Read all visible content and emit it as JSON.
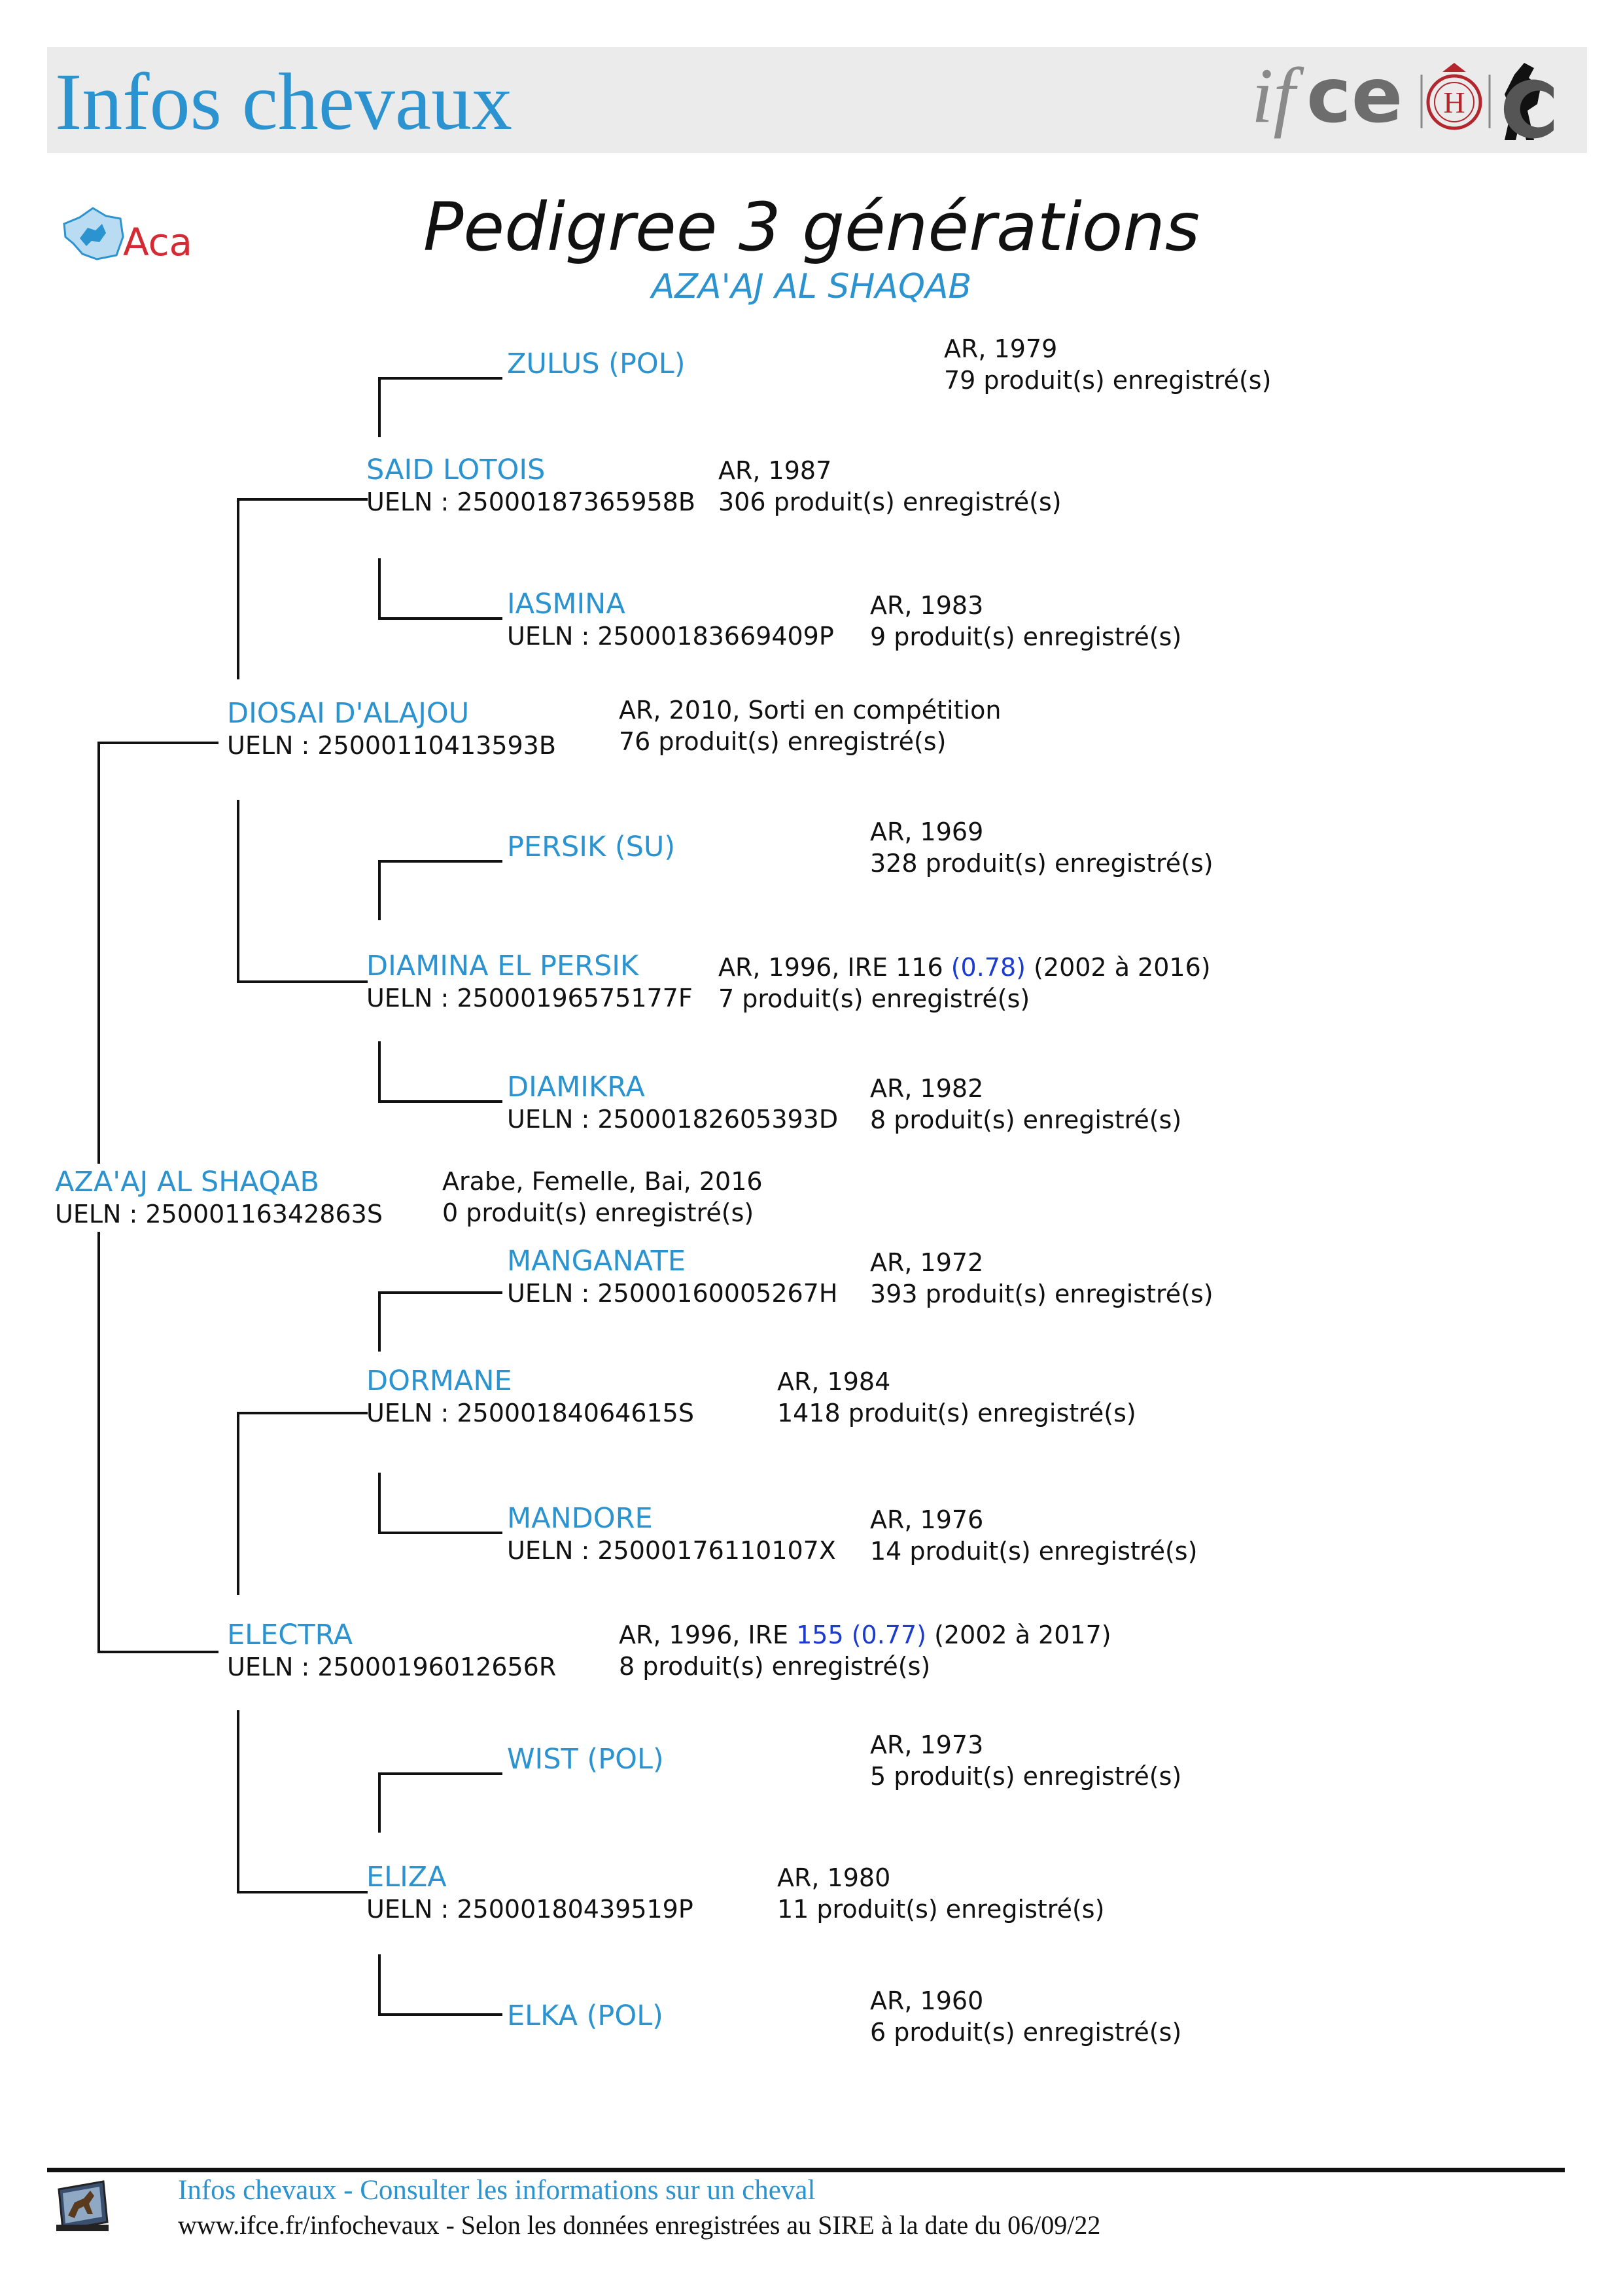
{
  "header": {
    "title": "Infos chevaux",
    "logo_text": "ifce"
  },
  "page": {
    "title": "Pedigree 3 générations",
    "horse_name": "AZA'AJ AL SHAQAB"
  },
  "subject": {
    "name": "AZA'AJ AL SHAQAB",
    "ueln": "UELN : 25000116342863S",
    "info1": "Arabe, Femelle, Bai, 2016",
    "info2": "0 produit(s) enregistré(s)"
  },
  "sire": {
    "name": "DIOSAI D'ALAJOU",
    "ueln": "UELN : 25000110413593B",
    "info1": "AR, 2010, Sorti en compétition",
    "info2": "76 produit(s) enregistré(s)"
  },
  "dam": {
    "name": "ELECTRA",
    "ueln": "UELN : 25000196012656R",
    "info1_pre": "AR, 1996, IRE ",
    "info1_ire": "155 (0.77)",
    "info1_post": " (2002 à 2017)",
    "info2": "8 produit(s) enregistré(s)"
  },
  "sire_sire": {
    "name": "SAID LOTOIS",
    "ueln": "UELN : 25000187365958B",
    "info1": "AR, 1987",
    "info2": "306 produit(s) enregistré(s)"
  },
  "sire_dam": {
    "name": "DIAMINA EL PERSIK",
    "ueln": "UELN : 25000196575177F",
    "info1_pre": "AR, 1996, IRE 116 ",
    "info1_ire": "(0.78)",
    "info1_post": " (2002 à 2016)",
    "info2": "7 produit(s) enregistré(s)"
  },
  "dam_sire": {
    "name": "DORMANE",
    "ueln": "UELN : 25000184064615S",
    "info1": "AR, 1984",
    "info2": "1418 produit(s) enregistré(s)"
  },
  "dam_dam": {
    "name": "ELIZA",
    "ueln": "UELN : 25000180439519P",
    "info1": "AR, 1980",
    "info2": "11 produit(s) enregistré(s)"
  },
  "ss_sire": {
    "name": "ZULUS (POL)",
    "info1": "AR, 1979",
    "info2": "79 produit(s) enregistré(s)"
  },
  "ss_dam": {
    "name": "IASMINA",
    "ueln": "UELN : 25000183669409P",
    "info1": "AR, 1983",
    "info2": "9 produit(s) enregistré(s)"
  },
  "sd_sire": {
    "name": "PERSIK (SU)",
    "info1": "AR, 1969",
    "info2": "328 produit(s) enregistré(s)"
  },
  "sd_dam": {
    "name": "DIAMIKRA",
    "ueln": "UELN : 25000182605393D",
    "info1": "AR, 1982",
    "info2": "8 produit(s) enregistré(s)"
  },
  "ds_sire": {
    "name": "MANGANATE",
    "ueln": "UELN : 25000160005267H",
    "info1": "AR, 1972",
    "info2": "393 produit(s) enregistré(s)"
  },
  "ds_dam": {
    "name": "MANDORE",
    "ueln": "UELN : 25000176110107X",
    "info1": "AR, 1976",
    "info2": "14 produit(s) enregistré(s)"
  },
  "dd_sire": {
    "name": "WIST (POL)",
    "info1": "AR, 1973",
    "info2": "5 produit(s) enregistré(s)"
  },
  "dd_dam": {
    "name": "ELKA (POL)",
    "info1": "AR, 1960",
    "info2": "6 produit(s) enregistré(s)"
  },
  "footer": {
    "line1": "Infos chevaux - Consulter les informations sur un cheval",
    "line2": "www.ifce.fr/infochevaux - Selon les données enregistrées au SIRE à la date du 06/09/22"
  }
}
